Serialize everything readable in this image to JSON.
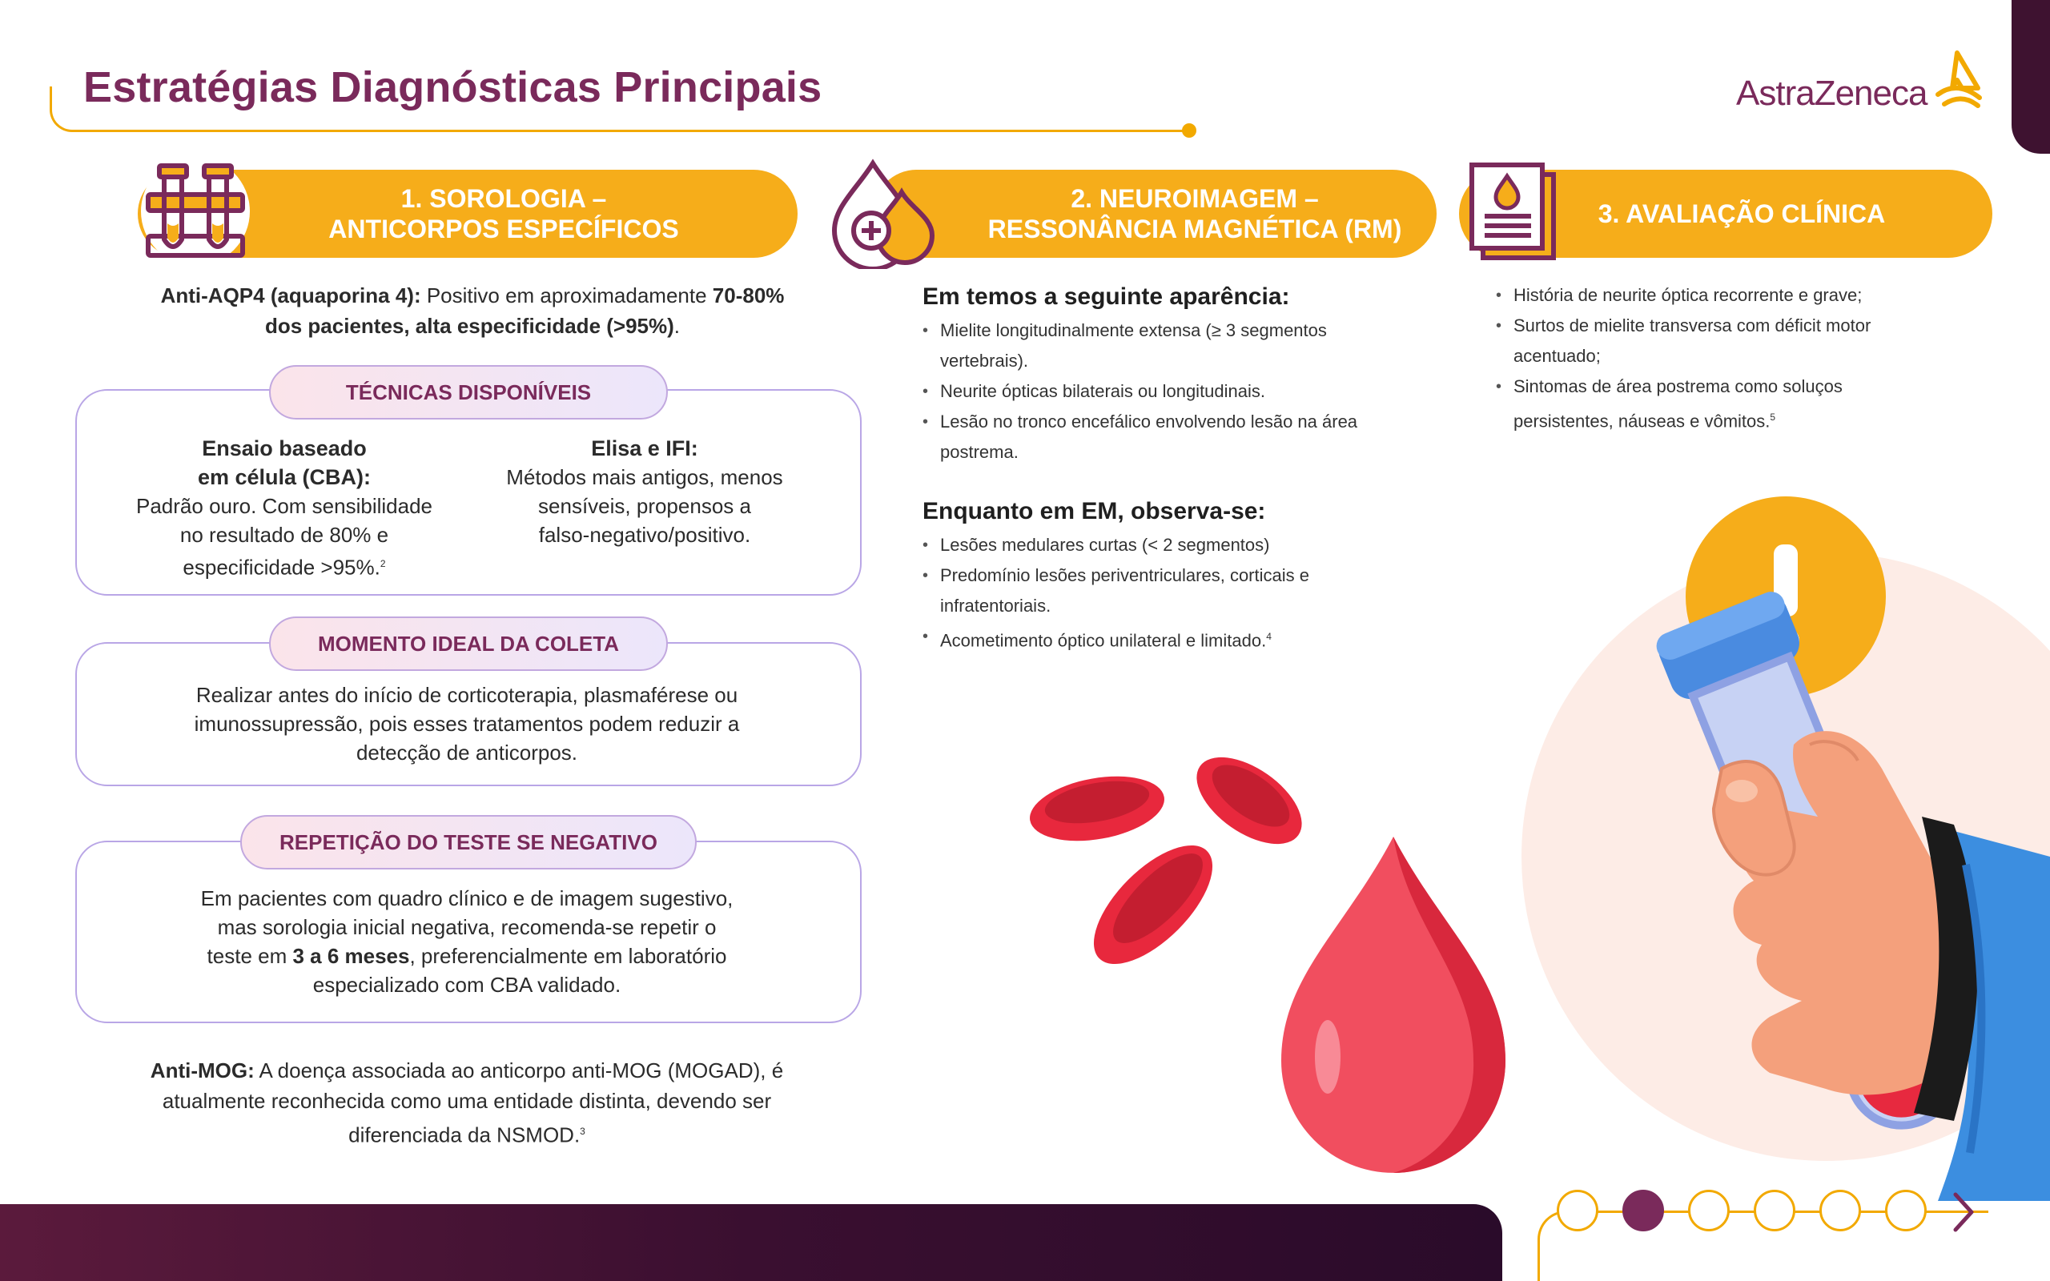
{
  "header": {
    "title": "Estratégias Diagnósticas Principais",
    "logo": "AstraZeneca"
  },
  "sections": {
    "s1": {
      "line1": "1. SOROLOGIA –",
      "line2": "ANTICORPOS ESPECÍFICOS",
      "icon": "test-tubes-icon"
    },
    "s2": {
      "line1": "2. NEUROIMAGEM –",
      "line2": "RESSONÂNCIA MAGNÉTICA (RM)",
      "icon": "blood-drop-icon"
    },
    "s3": {
      "line1": "3. AVALIAÇÃO CLÍNICA",
      "icon": "clipboard-icon"
    }
  },
  "sorologia": {
    "intro_bold1": "Anti-AQP4 (aquaporina 4):",
    "intro_text1": " Positivo em aproximadamente ",
    "intro_bold2": "70-80%",
    "intro_bold3": "dos pacientes, alta especificidade (>95%)",
    "intro_end": ".",
    "tecnicas": {
      "tag": "TÉCNICAS DISPONÍVEIS",
      "cba_title1": "Ensaio baseado",
      "cba_title2": "em célula (CBA):",
      "cba_text1": "Padrão ouro. Com sensibilidade",
      "cba_text2": "no resultado de 80% e",
      "cba_text3": "especificidade >95%.",
      "cba_sup": "2",
      "elisa_title": "Elisa e IFI:",
      "elisa_text1": "Métodos mais antigos, menos",
      "elisa_text2": "sensíveis, propensos a",
      "elisa_text3": "falso-negativo/positivo."
    },
    "momento": {
      "tag": "MOMENTO IDEAL DA COLETA",
      "l1": "Realizar antes do início de corticoterapia, plasmaférese ou",
      "l2": "imunossupressão, pois esses tratamentos podem reduzir a",
      "l3": "detecção de anticorpos."
    },
    "repeticao": {
      "tag": "REPETIÇÃO DO TESTE SE NEGATIVO",
      "l1": "Em pacientes com quadro clínico e de imagem sugestivo,",
      "l2": "mas sorologia inicial negativa, recomenda-se repetir o",
      "l3a": "teste em ",
      "l3b": "3 a 6 meses",
      "l3c": ", preferencialmente em laboratório",
      "l4": "especializado com CBA validado."
    },
    "mog_bold": "Anti-MOG:",
    "mog_l1": " A doença associada ao anticorpo anti-MOG (MOGAD), é",
    "mog_l2": "atualmente reconhecida como uma entidade distinta, devendo ser",
    "mog_l3": "diferenciada da NSMOD.",
    "mog_sup": "3"
  },
  "neuroimagem": {
    "h1": "Em temos a seguinte aparência:",
    "list1": [
      {
        "a": "Mielite longitudinalmente extensa (≥ 3 segmentos",
        "b": "vertebrais)."
      },
      {
        "a": "Neurite ópticas bilaterais ou longitudinais.",
        "b": ""
      },
      {
        "a": "Lesão no tronco encefálico envolvendo lesão na área",
        "b": "postrema."
      }
    ],
    "h2": "Enquanto em EM, observa-se:",
    "list2": [
      {
        "a": "Lesões medulares curtas (< 2 segmentos)",
        "b": ""
      },
      {
        "a": "Predomínio lesões periventriculares, corticais e",
        "b": "infratentoriais."
      },
      {
        "a": "Acometimento óptico unilateral e limitado.",
        "b": ""
      }
    ],
    "list2_sup": "4"
  },
  "clinica": {
    "list": [
      {
        "a": "História de neurite óptica recorrente e grave;",
        "b": ""
      },
      {
        "a": "Surtos de mielite transversa com déficit motor",
        "b": "acentuado;"
      },
      {
        "a": "Sintomas de área postrema como soluços",
        "b": "persistentes, náuseas e vômitos."
      }
    ],
    "sup": "5"
  },
  "nav": {
    "active_index": 1,
    "count": 6
  },
  "colors": {
    "accent": "#f6ad1a",
    "brand": "#7a2a5b",
    "dark": "#3e1230"
  }
}
